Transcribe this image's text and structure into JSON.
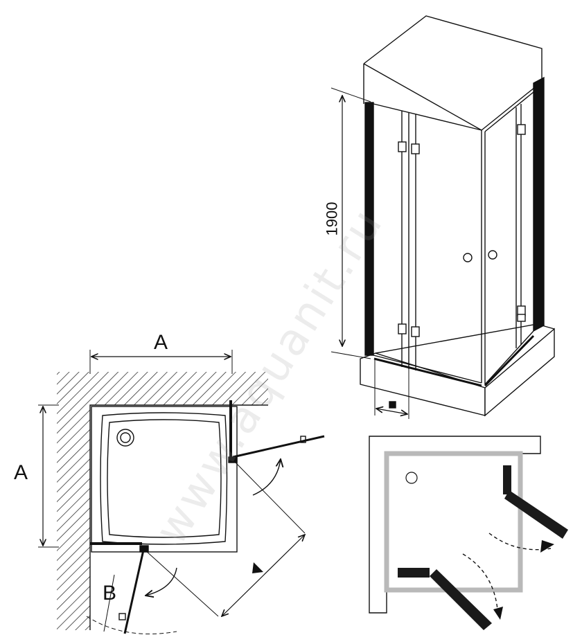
{
  "labels": {
    "height": "1900",
    "width_top": "A",
    "width_side": "A",
    "door": "B"
  },
  "watermark": "www.aquanit.ru",
  "colors": {
    "line": "#111111",
    "hatch": "#333333",
    "frame": "#1a1a1a",
    "gray_wall": "#b9b9b9",
    "watermark": "#bdbdbd"
  }
}
